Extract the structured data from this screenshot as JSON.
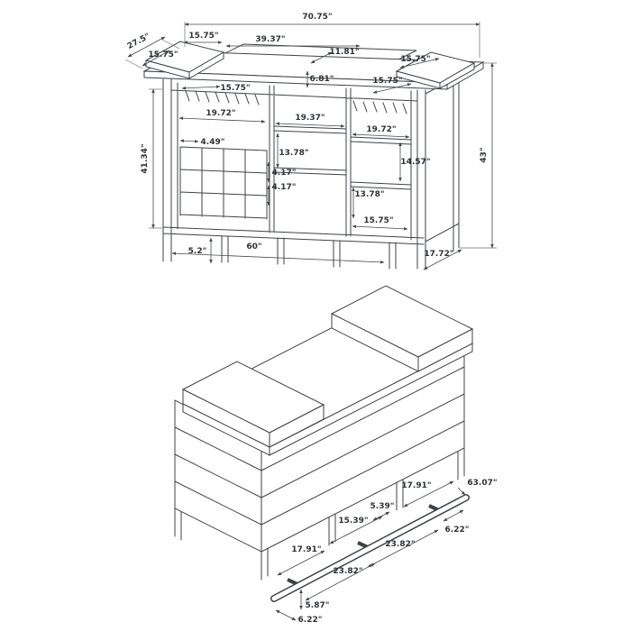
{
  "figure": {
    "title": "Bar unit dimension drawings",
    "views": [
      "back-isometric-view",
      "front-isometric-view"
    ],
    "units": "inches"
  },
  "style": {
    "line_color": "#3f4245",
    "dim_color": "#46494c",
    "text_color": "#2f3234",
    "background": "#ffffff"
  },
  "top_view": {
    "dims": {
      "overall_width": "70.75\"",
      "overall_depth": "27.5\"",
      "left_cap_depth": "15.75\"",
      "left_cap_width": "15.75\"",
      "center_top_width": "39.37\"",
      "center_top_depth": "11.81\"",
      "top_step_height": "6.81\"",
      "right_cap_depth": "15.75\"",
      "right_cap_width": "15.75\"",
      "stemware_rack_width": "15.75\"",
      "left_shelf_width": "19.72\"",
      "middle_shelf_width": "19.37\"",
      "right_shelf_width": "19.72\"",
      "cabinet_height": "41.34\"",
      "overall_height": "43\"",
      "wine_cubby_width": "4.49\"",
      "middle_shelf_height": "13.78\"",
      "right_shelf_height": "14.57\"",
      "wine_cubby_height_a": "4.17\"",
      "wine_cubby_height_b": "4.17\"",
      "right_lower_shelf_height": "13.78\"",
      "bottom_shelf_width": "15.75\"",
      "leg_height": "5.2\"",
      "base_width": "60\"",
      "side_depth": "17.72\""
    }
  },
  "bottom_view": {
    "dims": {
      "footrail_length": "63.07\"",
      "rail_right_span": "17.91\"",
      "rail_right_offset": "6.22\"",
      "bracket_length": "5.39\"",
      "rail_mid_span": "15.39\"",
      "bracket_spacing_right": "23.82\"",
      "rail_left_span": "17.91\"",
      "bracket_spacing_left": "23.82\"",
      "rail_height": "5.87\"",
      "rail_left_offset": "6.22\""
    }
  }
}
